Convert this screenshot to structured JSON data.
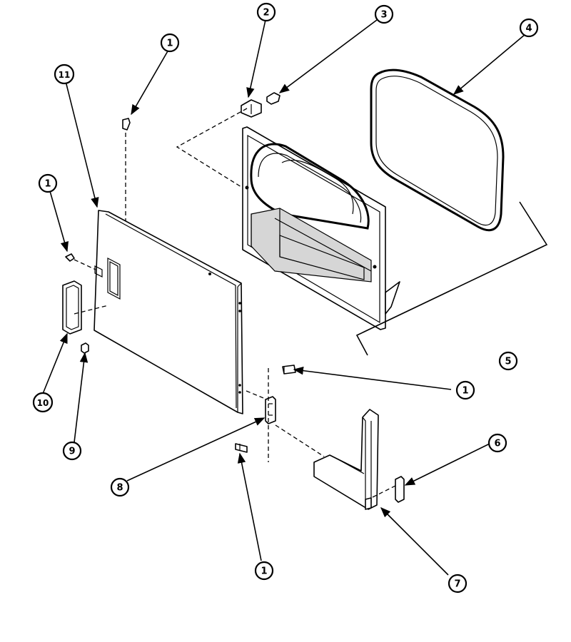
{
  "diagram": {
    "callouts": {
      "c1_top": "1",
      "c2": "2",
      "c3": "3",
      "c4": "4",
      "c11": "11",
      "c1_left": "1",
      "c5": "5",
      "c1_right": "1",
      "c10": "10",
      "c9": "9",
      "c6": "6",
      "c8": "8",
      "c1_bottom": "1",
      "c7": "7"
    }
  }
}
